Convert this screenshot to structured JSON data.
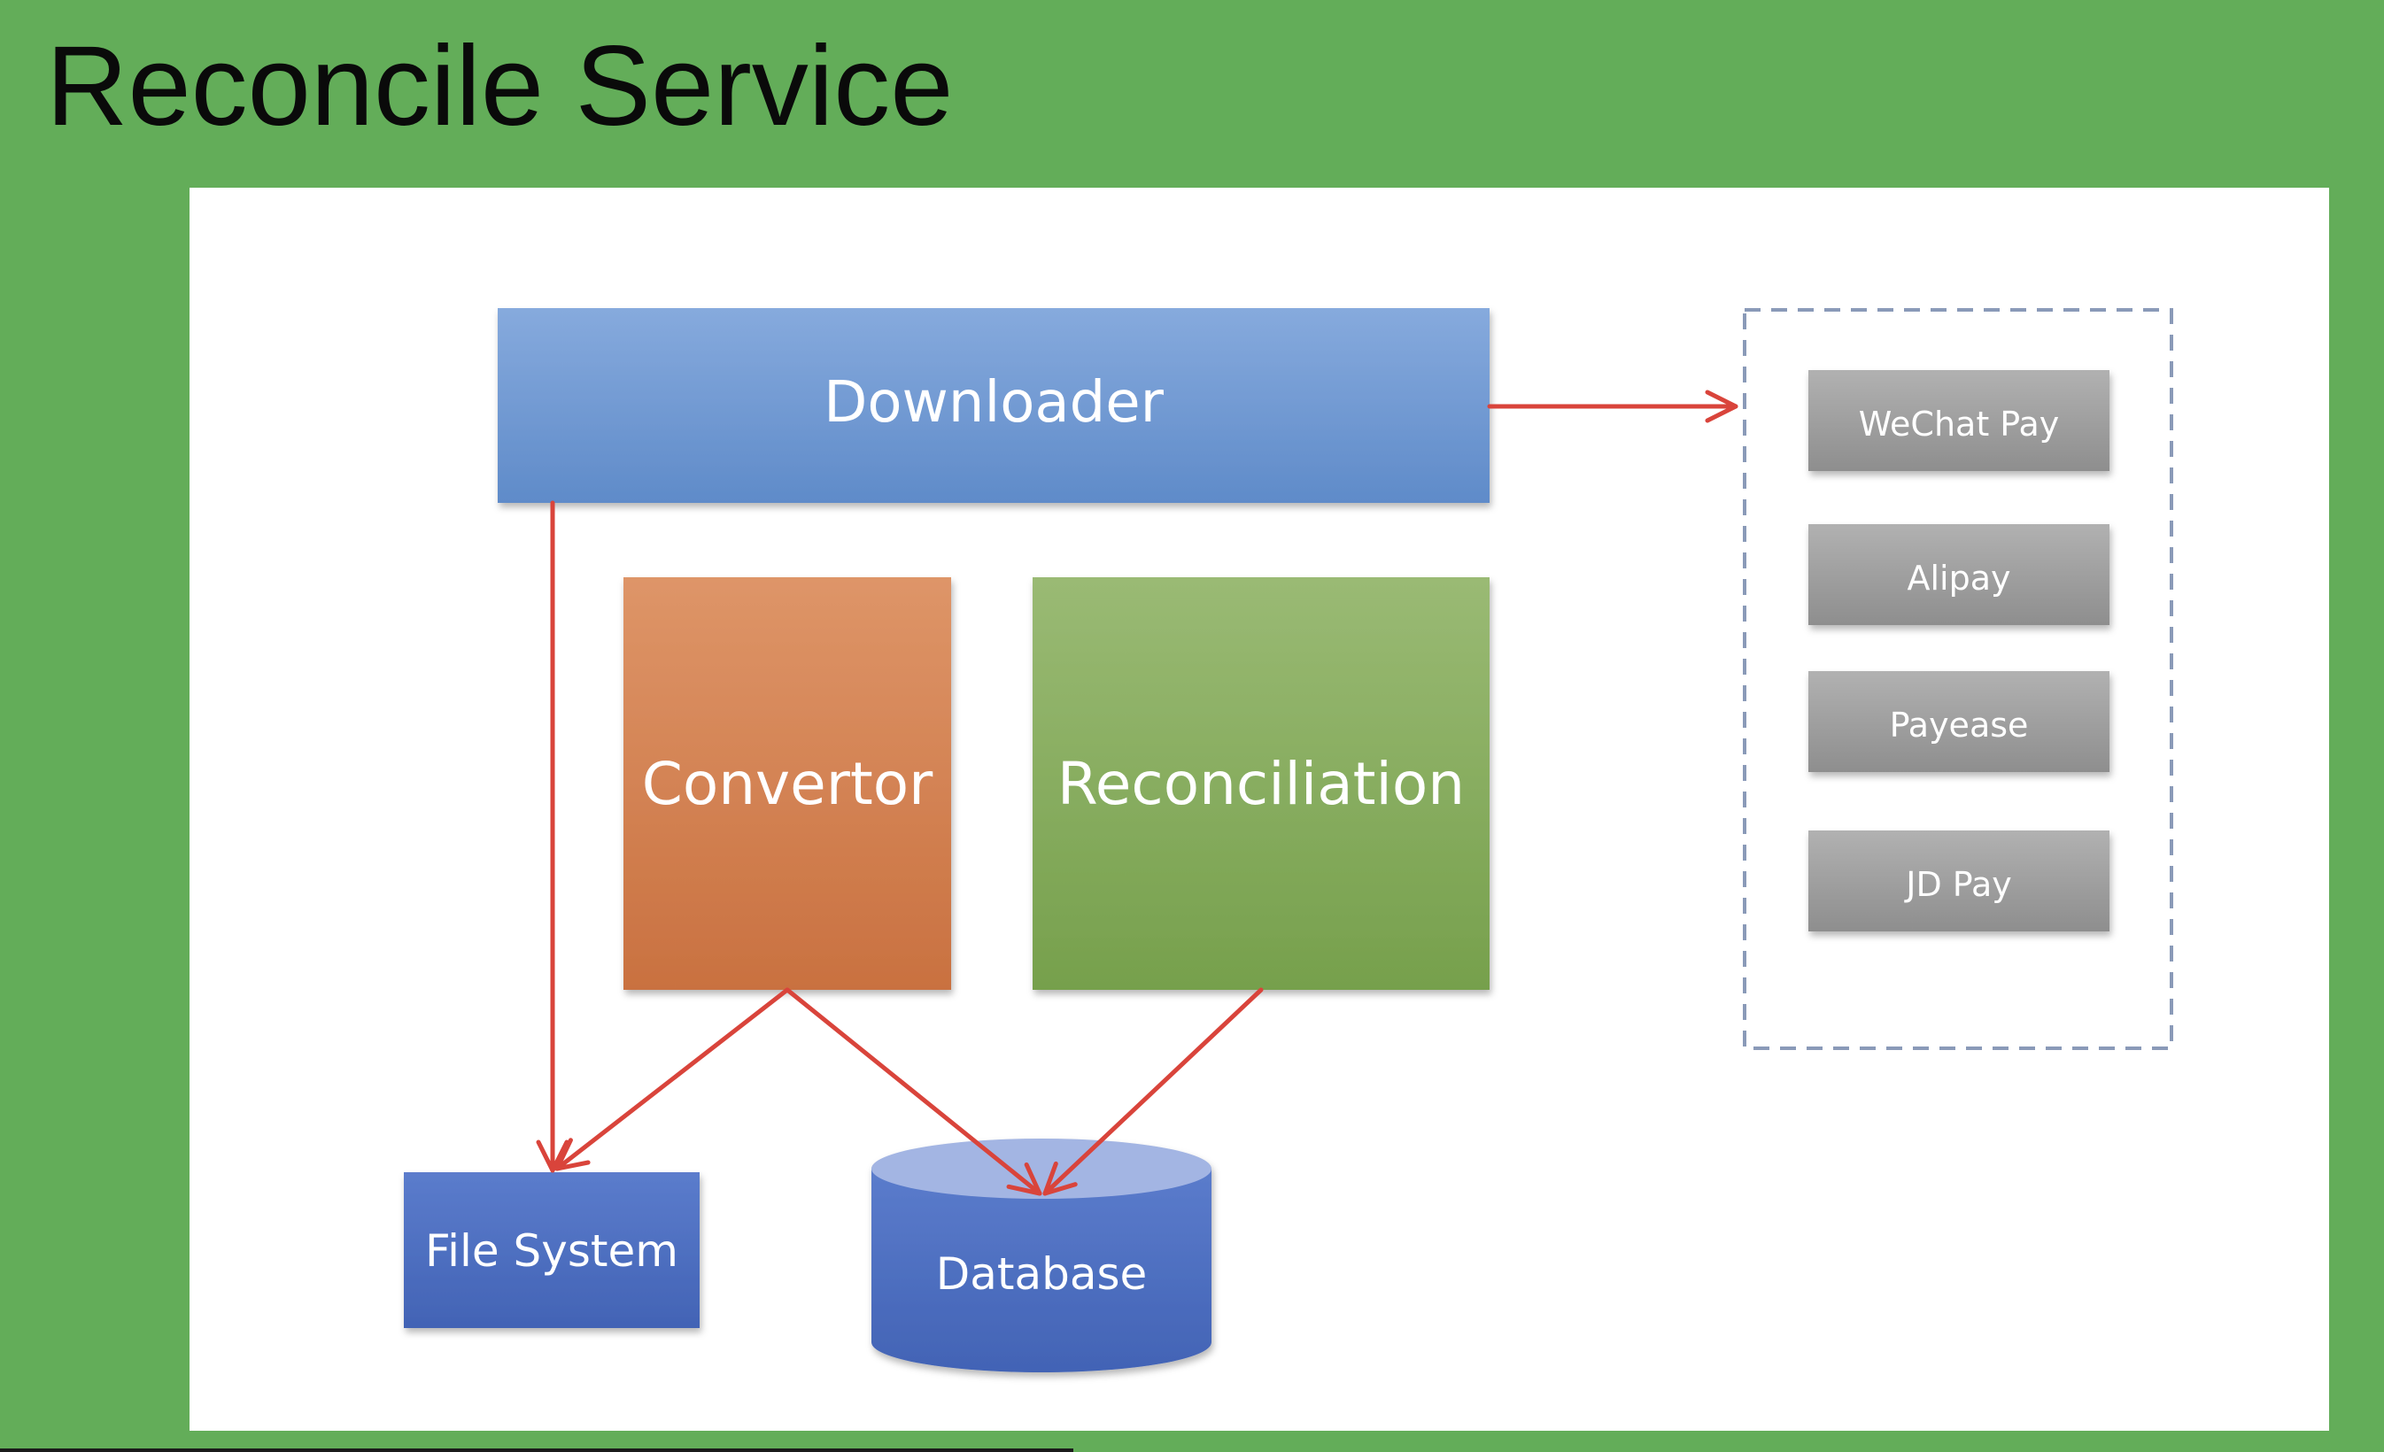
{
  "slide": {
    "title": "Reconcile Service"
  },
  "diagram": {
    "components": {
      "downloader": "Downloader",
      "convertor": "Convertor",
      "reconciliation": "Reconciliation",
      "file_system": "File System",
      "database": "Database"
    },
    "payment_providers": [
      "WeChat Pay",
      "Alipay",
      "Payease",
      "JD Pay"
    ],
    "connections": [
      {
        "from": "Downloader",
        "to": "Payment providers"
      },
      {
        "from": "Downloader",
        "to": "File System"
      },
      {
        "from": "Convertor",
        "to": "File System"
      },
      {
        "from": "Convertor",
        "to": "Database"
      },
      {
        "from": "Reconciliation",
        "to": "Database"
      }
    ]
  },
  "colors": {
    "background": "#63ad59",
    "panel": "#ffffff",
    "downloader": "#6f9bd6",
    "convertor": "#d6824f",
    "reconciliation": "#8aad63",
    "storage": "#4f6fc4",
    "provider": "#9a9a9a",
    "arrow": "#d9443b",
    "provider_group_border": "#8a9ab8"
  }
}
